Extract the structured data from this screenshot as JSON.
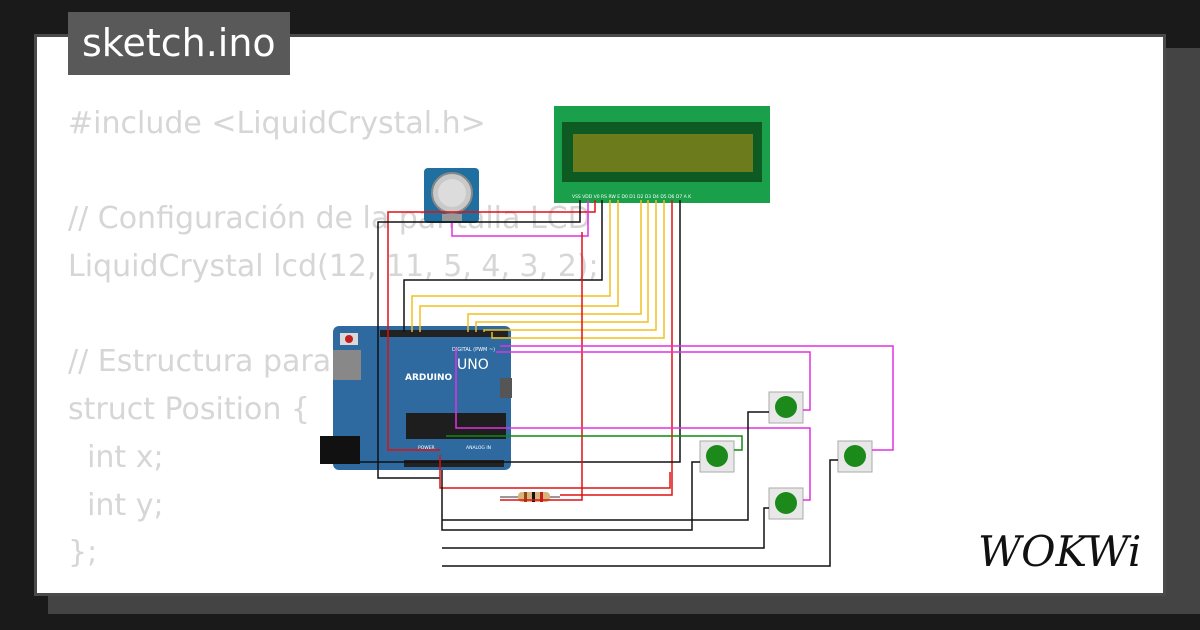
{
  "file_tab": {
    "title": "sketch.ino"
  },
  "code_lines": [
    "#include <LiquidCrystal.h>",
    "",
    "// Configuración de la pantalla LCD",
    "LiquidCrystal lcd(12, 11, 5, 4, 3, 2);",
    "",
    "// Estructura para posiciones",
    "struct Position {",
    "  int x;",
    "  int y;",
    "};"
  ],
  "board": {
    "brand": "ARDUINO",
    "model": "UNO",
    "header_digital": "DIGITAL (PWM ~)",
    "header_power": "POWER",
    "header_analog": "ANALOG IN"
  },
  "lcd": {
    "pin_labels": "VSS VDD V0 RS RW E D0 D1 D2 D3 D4 D5 D6 D7 A K"
  },
  "logo": {
    "text": "WOKWi"
  },
  "colors": {
    "board": "#2e6aa0",
    "lcd_pcb": "#1aa04a",
    "lcd_screen": "#6c7c1c",
    "button": "#1b8a1b",
    "wire_red": "#e01010",
    "wire_magenta": "#e030e0",
    "wire_yellow": "#f0c020",
    "wire_black": "#111111",
    "wire_green": "#118811"
  }
}
